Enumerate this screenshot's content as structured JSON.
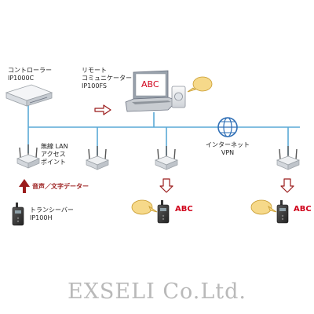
{
  "colors": {
    "network_line": "#5aa9d6",
    "arrow_red": "#9b1c1c",
    "abc_text": "#d0021b",
    "speech_bubble": "#f6d98a",
    "globe": "#2f6fb6",
    "watermark": "#b9b9b9"
  },
  "labels": {
    "controller": "コントローラー\nIP1000C",
    "communicator": "リモート\nコミュニケーター\nIP100FS",
    "screen_text": "ABC",
    "ap": "無線 LAN\nアクセス\nポイント",
    "voice_data": "音声／文字データー",
    "transceiver": "トランシーバー\nIP100H",
    "internet": "インターネット\nVPN",
    "abc_mid": "ABC",
    "abc_right": "ABC"
  },
  "watermark": "EXSELI Co.Ltd.",
  "icons": [
    "controller-icon",
    "laptop-icon",
    "speaker-icon",
    "speech-bubble-icon",
    "access-point-icon",
    "transceiver-icon",
    "globe-icon",
    "arrow-icon"
  ]
}
